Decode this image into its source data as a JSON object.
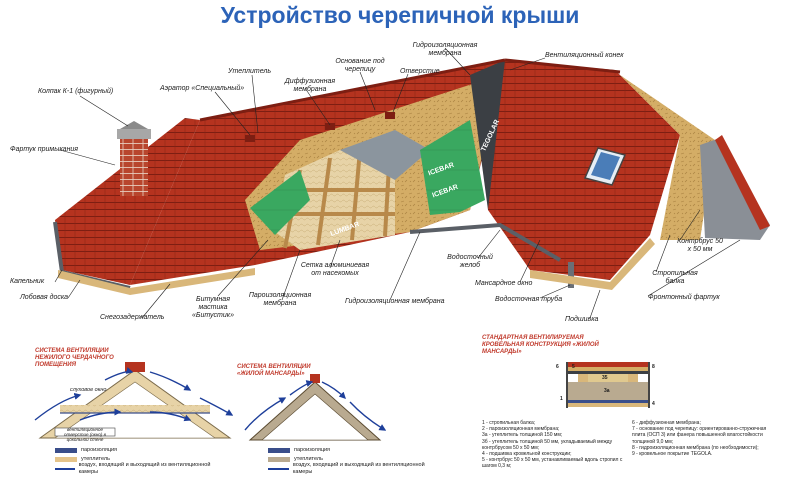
{
  "title": "Устройство черепичной крыши",
  "labels": {
    "chimney_cap": "Колпак К-1 (фигурный)",
    "insulation": "Утеплитель",
    "aerator": "Аэратор «Специальный»",
    "diffusion_membrane": "Диффузионная мембрана",
    "tile_base": "Основание под черепицу",
    "waterproof_membrane": "Гидроизоляционная мембрана",
    "opening": "Отверстие",
    "vent_ridge": "Вентиляционный конек",
    "abutment_apron": "Фартук примыкания",
    "drip_edge": "Капельник",
    "fascia_board": "Лобовая доска",
    "snow_guard": "Снегозадержатель",
    "bitumen_mastic": "Битумная мастика «Битустик»",
    "vapor_membrane": "Пароизоляционная мембрана",
    "insect_mesh": "Сетка алюминиевая от насекомых",
    "waterproof_membrane_2": "Гидроизоляционная мембрана",
    "gutter": "Водосточный желоб",
    "dormer_window": "Мансардное окно",
    "downpipe": "Водосточная труба",
    "soffit": "Подшивка",
    "counter_batten": "Контрбрус 50 х 50 мм",
    "rafter": "Стропильная балка",
    "gable_apron": "Фронтонный фартук"
  },
  "brand": {
    "icebar": "ICEBAR",
    "tegolar": "TEGOLAR",
    "lumbar": "LUMBAR"
  },
  "attic": {
    "title": "СИСТЕМА ВЕНТИЛЯЦИИ НЕЖИЛОГО ЧЕРДАЧНОГО ПОМЕЩЕНИЯ",
    "dormer_label": "слуховое окно",
    "opening_label": "вентиляционное отверстие (окно) в цокольной стене",
    "legend": [
      {
        "text": "пароизоляция",
        "color": "#3a4e8a"
      },
      {
        "text": "утеплитель",
        "color": "#e5c48a"
      },
      {
        "text": "воздух, входящий и выходящий из вентиляционной камеры",
        "color": "#1e3f9a"
      }
    ]
  },
  "mansard": {
    "title": "СИСТЕМА ВЕНТИЛЯЦИИ «ЖИЛОЙ МАНСАРДЫ»",
    "legend": [
      {
        "text": "пароизоляция",
        "color": "#3a4e8a"
      },
      {
        "text": "утеплитель",
        "color": "#b9aa90"
      },
      {
        "text": "воздух, входящий и выходящий из вентиляционной камеры",
        "color": "#1e3f9a"
      }
    ]
  },
  "standard": {
    "title": "СТАНДАРТНАЯ ВЕНТИЛИРУЕМАЯ КРОВЕЛЬНАЯ КОНСТРУКЦИЯ «ЖИЛОЙ МАНСАРДЫ»",
    "layer_labels": [
      "5",
      "6",
      "8",
      "35",
      "3а",
      "1",
      "4"
    ],
    "notes_left": [
      "1 - стропильная балка;",
      "2 - пароизоляционная мембрана;",
      "3а - утеплитель толщиной 150 мм;",
      "3б - утеплитель толщиной 50 мм, укладываемый между контрбрусом 50 х 50 мм;",
      "4 - подшивка кровельной конструкции;",
      "5 - контрбрус 50 х 50 мм, устанавливаемый вдоль стропил с шагом 0,3 м;"
    ],
    "notes_right": [
      "6 - диффузионная мембрана;",
      "7 - основание под черепицу: ориентированно-стружечная плита (ОСП 3) или фанера повышенной влагостойкости толщиной 9,0 мм;",
      "8 - гидроизоляционная мембрана (по необходимости);",
      "9 - кровельное покрытие TEGOLA."
    ]
  },
  "colors": {
    "title": "#2c63b8",
    "tile": "#b5331f",
    "tile_dark": "#7d1e12",
    "wood": "#d9b77a",
    "osb": "#c9a35d",
    "membrane_green": "#3aa860",
    "membrane_dark": "#3b3f44",
    "subtitle_red": "#c0392b",
    "air_blue": "#1e3f9a"
  }
}
